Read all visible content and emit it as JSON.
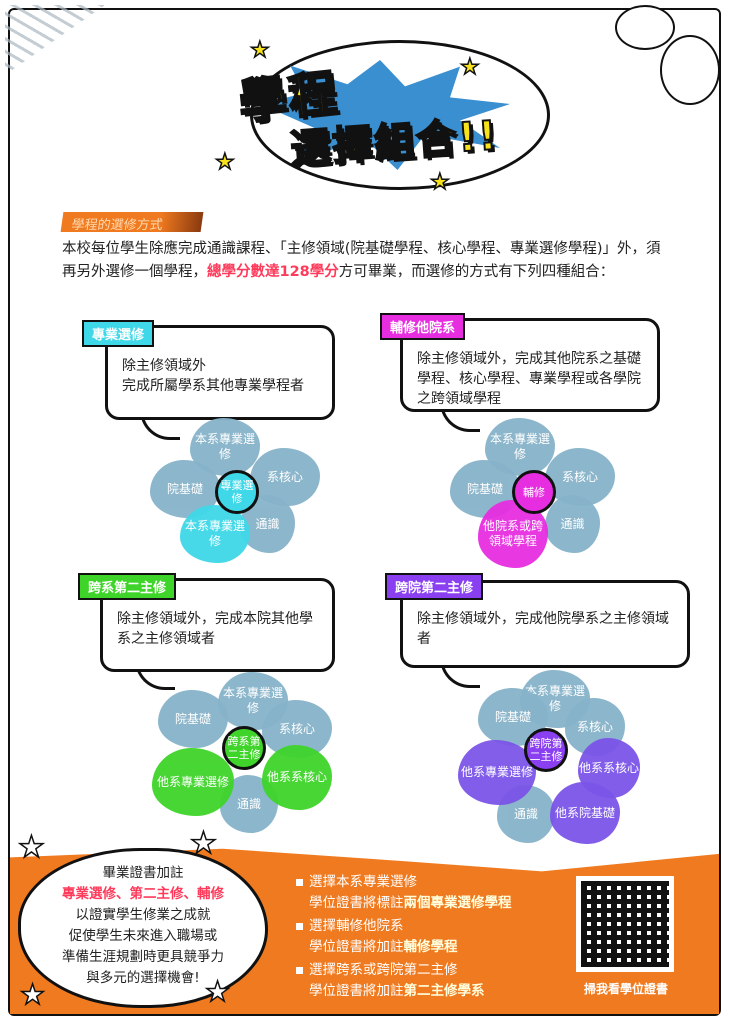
{
  "header": {
    "title_line1": "學程",
    "title_line2": "選擇組合!!"
  },
  "section_label": "學程的選修方式",
  "intro": {
    "part1": "本校每位學生除應完成通識課程、「主修領域(院基礎學程、核心學程、專業選修學程)」外，須再另外選修一個學程，",
    "highlight": "總學分數達128學分",
    "part2": "方可畢業，而選修的方式有下列四種組合："
  },
  "options": [
    {
      "tag": "專業選修",
      "color": "#3fd8e8",
      "desc": "除主修領域外\n完成所屬學系其他專業學程者",
      "center": "專業選修",
      "petals": {
        "top": "本系專業選修",
        "right": "系核心",
        "br": "通識",
        "left": "院基礎",
        "hl": "本系專業選修"
      }
    },
    {
      "tag": "輔修他院系",
      "color": "#e62ee0",
      "desc": "除主修領域外，完成其他院系之基礎學程、核心學程、專業學程或各學院之跨領域學程",
      "center": "輔修",
      "petals": {
        "top": "本系專業選修",
        "right": "系核心",
        "br": "通識",
        "left": "院基礎",
        "hl": "他院系或跨領域學程"
      }
    },
    {
      "tag": "跨系第二主修",
      "color": "#3fd42a",
      "desc": "除主修領域外，完成本院其他學系之主修領域者",
      "center": "跨系第二主修",
      "petals": {
        "top": "本系專業選修",
        "right": "系核心",
        "left": "院基礎",
        "bottom": "通識",
        "hl1": "他系專業選修",
        "hl2": "他系系核心"
      }
    },
    {
      "tag": "跨院第二主修",
      "color": "#8a3ff0",
      "desc": "除主修領域外，完成他院學系之主修領域者",
      "center": "跨院第二主修",
      "petals": {
        "top": "本系專業選修",
        "right": "系核心",
        "left": "院基礎",
        "bottom": "通識",
        "hl1": "他系專業選修",
        "hl2": "他系系核心",
        "hl3": "他系院基礎"
      }
    }
  ],
  "cloud": {
    "line1": "畢業證書加註",
    "line2": "專業選修、第二主修、輔修",
    "line3": "以證實學生修業之成就",
    "line4": "促使學生未來進入職場或",
    "line5": "準備生涯規劃時更具競爭力",
    "line6": "與多元的選擇機會!"
  },
  "bullets": [
    {
      "a": "選擇本系專業選修",
      "b": "學位證書將標註",
      "c": "兩個專業選修學程"
    },
    {
      "a": "選擇輔修他院系",
      "b": "學位證書將加註",
      "c": "輔修學程"
    },
    {
      "a": "選擇跨系或跨院第二主修",
      "b": "學位證書將加註",
      "c": "第二主修學系"
    }
  ],
  "qr_label": "掃我看學位證書"
}
